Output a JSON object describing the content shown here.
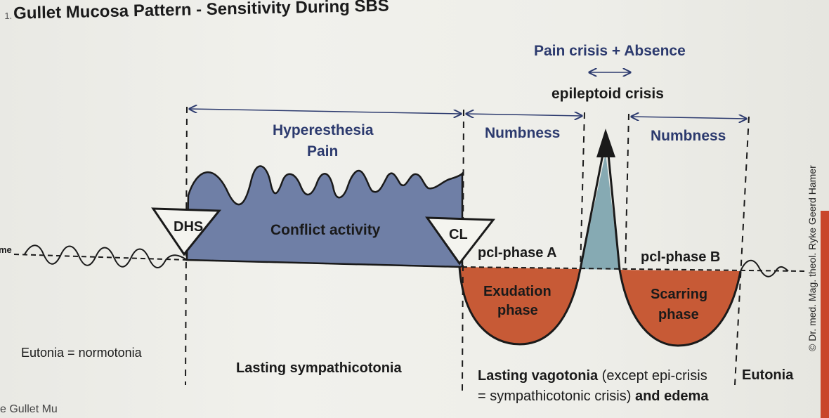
{
  "title": {
    "number": "1.",
    "text": "Gullet Mucosa Pattern - Sensitivity During SBS"
  },
  "top_labels": {
    "pain_crisis": "Pain crisis + Absence",
    "epileptoid": "epileptoid crisis"
  },
  "phase_labels": {
    "hyperesthesia": "Hyperesthesia",
    "pain": "Pain",
    "numbness_a": "Numbness",
    "numbness_b": "Numbness",
    "conflict_activity": "Conflict activity",
    "pcl_a": "pcl-phase A",
    "pcl_b": "pcl-phase B",
    "exudation_1": "Exudation",
    "exudation_2": "phase",
    "scarring_1": "Scarring",
    "scarring_2": "phase"
  },
  "markers": {
    "dhs": "DHS",
    "cl": "CL"
  },
  "left_cut_label": "me",
  "bottom_labels": {
    "eutonia_normotonia": "Eutonia = normotonia",
    "sympathicotonia": "Lasting sympathicotonia",
    "vagotonia_bold": "Lasting vagotonia",
    "vagotonia_rest": " (except epi-crisis",
    "vagotonia_line2_pre": "= sympathicotonic crisis) ",
    "vagotonia_line2_bold": "and edema",
    "eutonia": "Eutonia"
  },
  "copyright": "© Dr. med. Mag. theol. Ryke Geerd Hamer",
  "footer_fragment": "e Gullet Mu",
  "colors": {
    "conflict_fill": "#6f7fa6",
    "healing_fill": "#c75a36",
    "crisis_fill": "#86aab3",
    "text_blue": "#2c3a6e",
    "red_edge": "#c9462a"
  }
}
